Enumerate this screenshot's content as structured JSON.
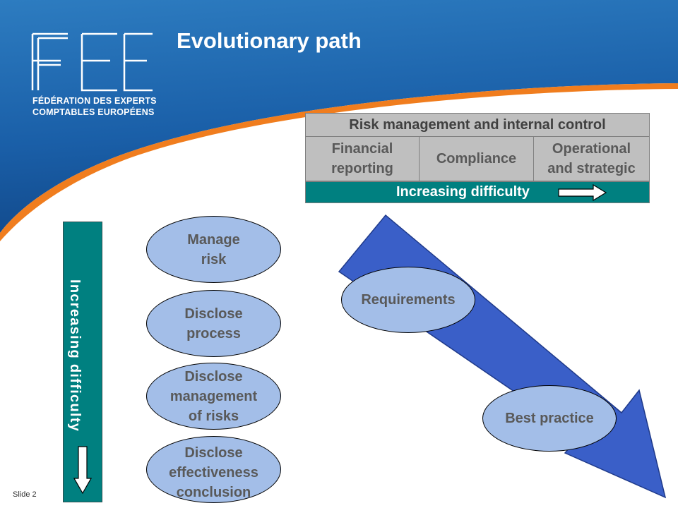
{
  "slide": {
    "title": "Evolutionary path",
    "slide_number": "Slide 2"
  },
  "logo": {
    "letters": "FEE",
    "line1": "FÉDÉRATION DES EXPERTS",
    "line2": "COMPTABLES EUROPÉENS"
  },
  "matrix": {
    "header": "Risk management and internal control",
    "columns": [
      {
        "line1": "Financial",
        "line2": "reporting"
      },
      {
        "line1": "Compliance",
        "line2": ""
      },
      {
        "line1": "Operational",
        "line2": "and strategic"
      }
    ],
    "difficulty_label": "Increasing difficulty"
  },
  "vertical_bar": {
    "label": "Increasing difficulty"
  },
  "steps": [
    {
      "line1": "Manage",
      "line2": "risk",
      "line3": ""
    },
    {
      "line1": "Disclose",
      "line2": "process",
      "line3": ""
    },
    {
      "line1": "Disclose",
      "line2": "management",
      "line3": "of risks"
    },
    {
      "line1": "Disclose",
      "line2": "effectiveness",
      "line3": "conclusion"
    }
  ],
  "path": {
    "start_label": "Requirements",
    "end_label": "Best practice"
  },
  "colors": {
    "header_blue": "#1a5fa8",
    "orange_swoosh": "#f07d1e",
    "teal": "#008080",
    "grey_cells": "#bfbfbf",
    "oval_fill": "#a3bee8",
    "arrow_blue": "#3a5fc8"
  }
}
